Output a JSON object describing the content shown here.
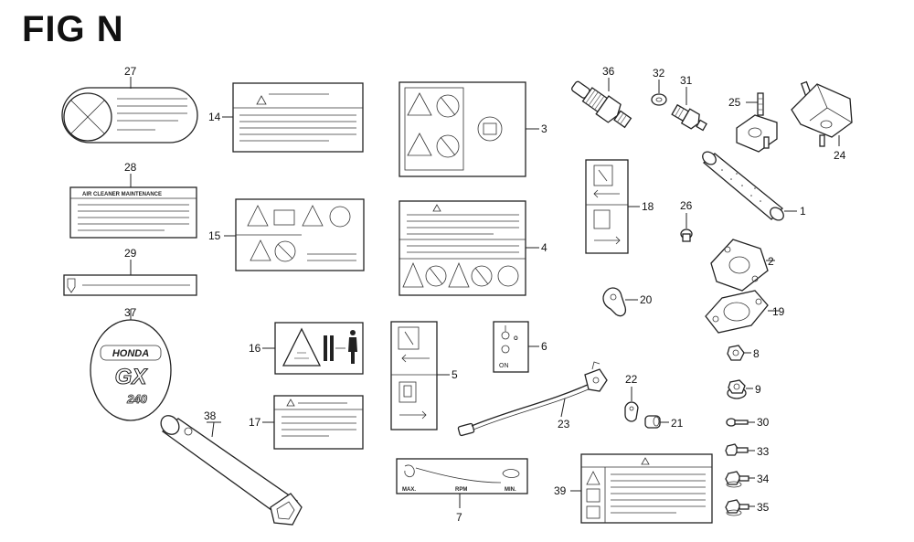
{
  "figure": {
    "title": "FIG N"
  },
  "callouts": {
    "c1": "1",
    "c2": "2",
    "c3": "3",
    "c4": "4",
    "c5": "5",
    "c6": "6",
    "c7": "7",
    "c8": "8",
    "c9": "9",
    "c14": "14",
    "c15": "15",
    "c16": "16",
    "c17": "17",
    "c18": "18",
    "c19": "19",
    "c20": "20",
    "c21": "21",
    "c22": "22",
    "c23": "23",
    "c24": "24",
    "c25": "25",
    "c26": "26",
    "c27": "27",
    "c28": "28",
    "c29": "29",
    "c30": "30",
    "c31": "31",
    "c32": "32",
    "c33": "33",
    "c34": "34",
    "c35": "35",
    "c36": "36",
    "c37": "37",
    "c38": "38",
    "c39": "39"
  },
  "label_text": {
    "air_cleaner": "AIR CLEANER MAINTENANCE",
    "brand": "HONDA",
    "model": "GX",
    "model_num": "240",
    "throttle_max": "MAX.",
    "throttle_rpm": "RPM",
    "throttle_min": "MIN.",
    "switch_off": "O",
    "switch_on": "ON"
  }
}
